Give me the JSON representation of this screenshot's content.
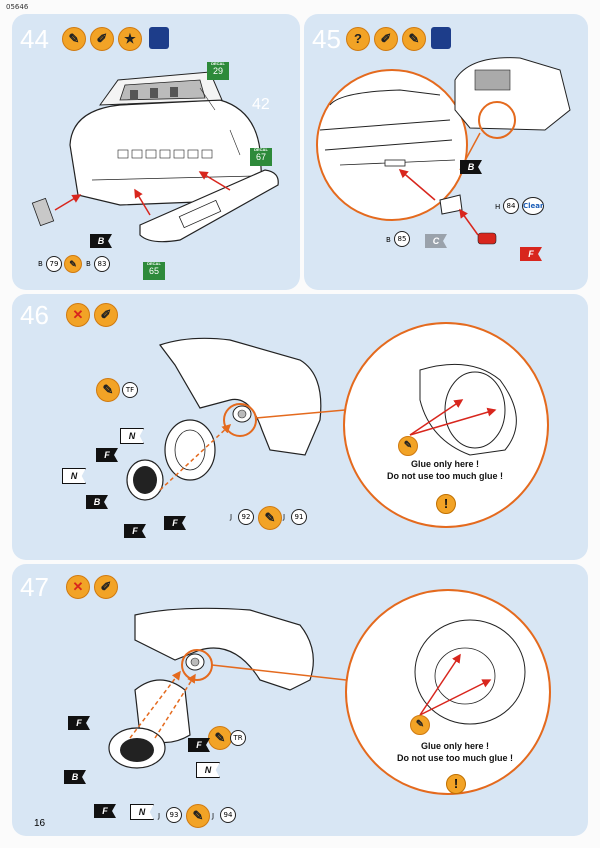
{
  "doc_code": "05646",
  "page_number": "16",
  "steps": [
    {
      "number": "44",
      "part_number": "42",
      "decals": [
        "29",
        "67",
        "65"
      ],
      "decal_tag": "DECAL",
      "refs": [
        {
          "letter": "B",
          "num": "79"
        },
        {
          "letter": "B",
          "num": "83"
        }
      ],
      "flags": [
        "B"
      ]
    },
    {
      "number": "45",
      "refs": [
        {
          "letter": "B",
          "num": "85"
        },
        {
          "letter": "H",
          "num": "84"
        }
      ],
      "clear_label": "Clear",
      "flags": [
        "B",
        "C",
        "F"
      ]
    },
    {
      "number": "46",
      "refs": [
        {
          "letter": "J",
          "num": "92"
        },
        {
          "letter": "J",
          "num": "91"
        }
      ],
      "tf_label": "TF",
      "flags": [
        "N",
        "F",
        "N",
        "B",
        "F",
        "F"
      ],
      "glue_line1": "Glue only here !",
      "glue_line2": "Do not use too much glue !"
    },
    {
      "number": "47",
      "refs": [
        {
          "letter": "J",
          "num": "93"
        },
        {
          "letter": "J",
          "num": "94"
        }
      ],
      "tr_label": "TR",
      "flags": [
        "F",
        "F",
        "B",
        "F",
        "N",
        "N"
      ],
      "glue_line1": "Glue only here !",
      "glue_line2": "Do not use too much glue !"
    }
  ],
  "warn_symbol": "!",
  "question_symbol": "?"
}
